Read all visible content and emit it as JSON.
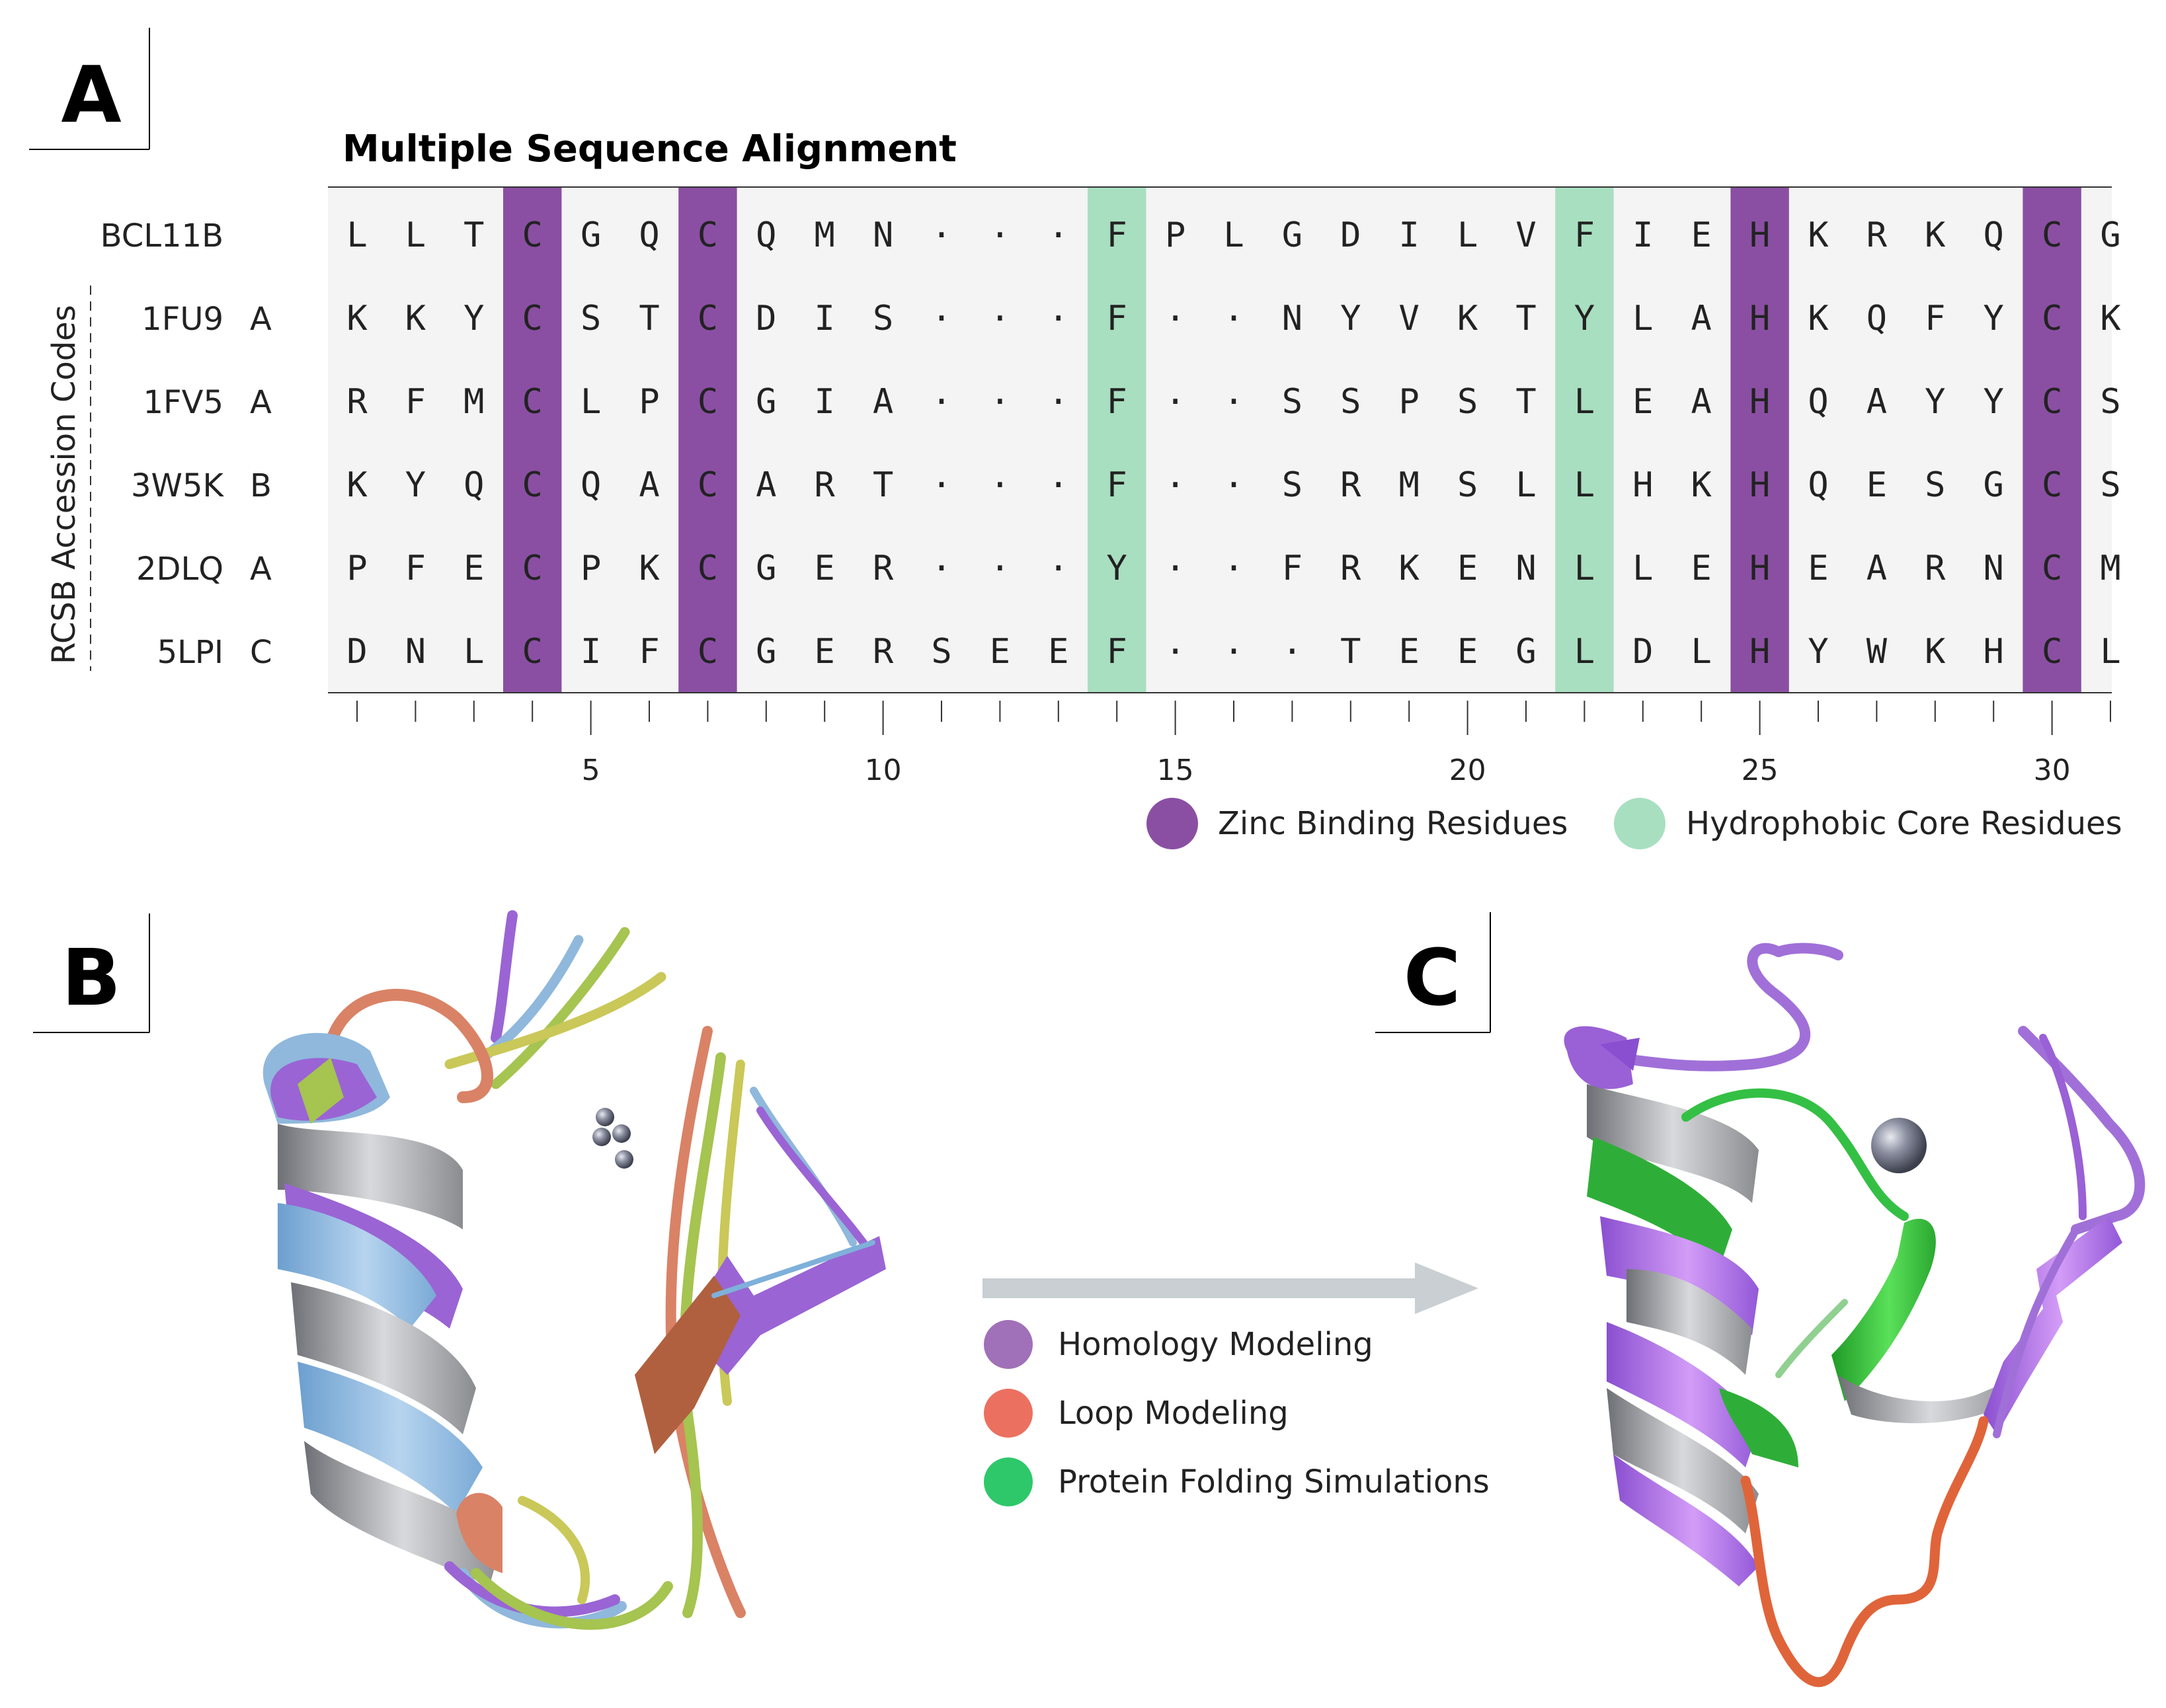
{
  "panels": {
    "a": "A",
    "b": "B",
    "c": "C"
  },
  "alignment": {
    "title": "Multiple Sequence Alignment",
    "group_label": "RCSB Accession Codes",
    "rows": [
      {
        "code": "BCL11B",
        "chain": "",
        "residues": [
          "L",
          "L",
          "T",
          "C",
          "G",
          "Q",
          "C",
          "Q",
          "M",
          "N",
          "·",
          "·",
          "·",
          "F",
          "P",
          "L",
          "G",
          "D",
          "I",
          "L",
          "V",
          "F",
          "I",
          "E",
          "H",
          "K",
          "R",
          "K",
          "Q",
          "C",
          "G"
        ]
      },
      {
        "code": "1FU9",
        "chain": "A",
        "residues": [
          "K",
          "K",
          "Y",
          "C",
          "S",
          "T",
          "C",
          "D",
          "I",
          "S",
          "·",
          "·",
          "·",
          "F",
          "·",
          "·",
          "N",
          "Y",
          "V",
          "K",
          "T",
          "Y",
          "L",
          "A",
          "H",
          "K",
          "Q",
          "F",
          "Y",
          "C",
          "K"
        ]
      },
      {
        "code": "1FV5",
        "chain": "A",
        "residues": [
          "R",
          "F",
          "M",
          "C",
          "L",
          "P",
          "C",
          "G",
          "I",
          "A",
          "·",
          "·",
          "·",
          "F",
          "·",
          "·",
          "S",
          "S",
          "P",
          "S",
          "T",
          "L",
          "E",
          "A",
          "H",
          "Q",
          "A",
          "Y",
          "Y",
          "C",
          "S"
        ]
      },
      {
        "code": "3W5K",
        "chain": "B",
        "residues": [
          "K",
          "Y",
          "Q",
          "C",
          "Q",
          "A",
          "C",
          "A",
          "R",
          "T",
          "·",
          "·",
          "·",
          "F",
          "·",
          "·",
          "S",
          "R",
          "M",
          "S",
          "L",
          "L",
          "H",
          "K",
          "H",
          "Q",
          "E",
          "S",
          "G",
          "C",
          "S"
        ]
      },
      {
        "code": "2DLQ",
        "chain": "A",
        "residues": [
          "P",
          "F",
          "E",
          "C",
          "P",
          "K",
          "C",
          "G",
          "E",
          "R",
          "·",
          "·",
          "·",
          "Y",
          "·",
          "·",
          "F",
          "R",
          "K",
          "E",
          "N",
          "L",
          "L",
          "E",
          "H",
          "E",
          "A",
          "R",
          "N",
          "C",
          "M"
        ]
      },
      {
        "code": "5LPI",
        "chain": "C",
        "residues": [
          "D",
          "N",
          "L",
          "C",
          "I",
          "F",
          "C",
          "G",
          "E",
          "R",
          "S",
          "E",
          "E",
          "F",
          "·",
          "·",
          "·",
          "T",
          "E",
          "E",
          "G",
          "L",
          "D",
          "L",
          "H",
          "Y",
          "W",
          "K",
          "H",
          "C",
          "L"
        ]
      }
    ],
    "zinc_positions": [
      4,
      7,
      25,
      30
    ],
    "hydrophobic_positions": [
      14,
      22
    ],
    "axis_ticks": [
      5,
      10,
      15,
      20,
      25,
      30
    ],
    "num_positions": 31
  },
  "legend_a": [
    {
      "label": "Zinc Binding Residues",
      "color": "#8a4fa3"
    },
    {
      "label": "Hydrophobic Core Residues",
      "color": "#a8dfc0"
    }
  ],
  "legend_c": [
    {
      "label": "Homology Modeling",
      "color": "#a070b8"
    },
    {
      "label": "Loop Modeling",
      "color": "#ec7060"
    },
    {
      "label": "Protein Folding Simulations",
      "color": "#2ec86a"
    }
  ],
  "colors": {
    "zinc": "#8a4fa3",
    "hydrophobic": "#a8dfc0",
    "alignment_bg": "#f3f4f3",
    "arrow": "#c9cfd2",
    "helix_purple": "#a070d8",
    "gray": "#a8aaae",
    "loop_orange": "#e0643a",
    "green": "#34c044",
    "blue": "#8fb8dc",
    "salmon": "#d98266",
    "yellow_green": "#b4c35a",
    "ion": "#6f7485"
  }
}
